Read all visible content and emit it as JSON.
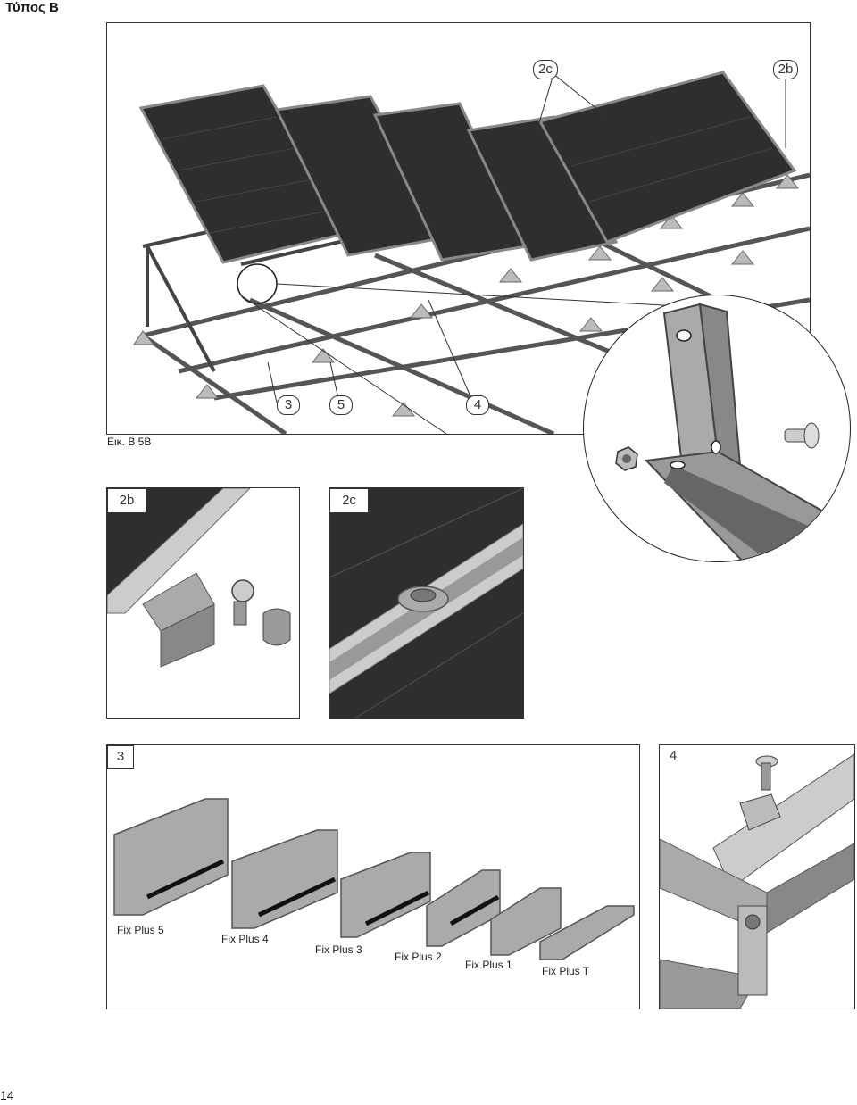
{
  "page": {
    "title": "Τύπος Β",
    "figure_caption": "Εικ. Β 5Β",
    "page_number": "14"
  },
  "main_figure": {
    "callouts": [
      "2c",
      "2b",
      "3",
      "5",
      "4"
    ]
  },
  "detail_2b": {
    "label": "2b"
  },
  "detail_2c": {
    "label": "2c"
  },
  "detail_3": {
    "label": "3",
    "profiles": [
      "Fix Plus 5",
      "Fix Plus 4",
      "Fix Plus 3",
      "Fix Plus 2",
      "Fix Plus 1",
      "Fix Plus T"
    ]
  },
  "detail_4": {
    "label": "4"
  }
}
